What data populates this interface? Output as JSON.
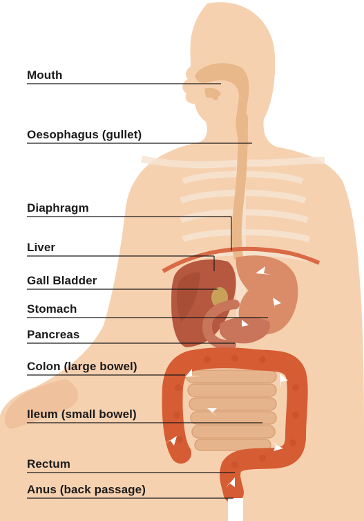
{
  "colors": {
    "skin": "#f6d1b0",
    "skin_shade": "#efc19c",
    "bone": "#f6e4d2",
    "passage": "#e8b88a",
    "liver": "#b6573f",
    "stomach": "#d98c67",
    "pancreas": "#c8755c",
    "colon": "#d65c33",
    "colon_dark": "#c24e28",
    "ileum": "#e6b48c",
    "diaphragm": "#d96a45",
    "leader_line": "#1a1a1a"
  },
  "labels": {
    "mouth": "Mouth",
    "oesophagus": "Oesophagus (gullet)",
    "diaphragm": "Diaphragm",
    "liver": "Liver",
    "gall_bladder": "Gall Bladder",
    "stomach": "Stomach",
    "pancreas": "Pancreas",
    "colon": "Colon (large bowel)",
    "ileum": "Ileum (small bowel)",
    "rectum": "Rectum",
    "anus": "Anus (back passage)"
  }
}
